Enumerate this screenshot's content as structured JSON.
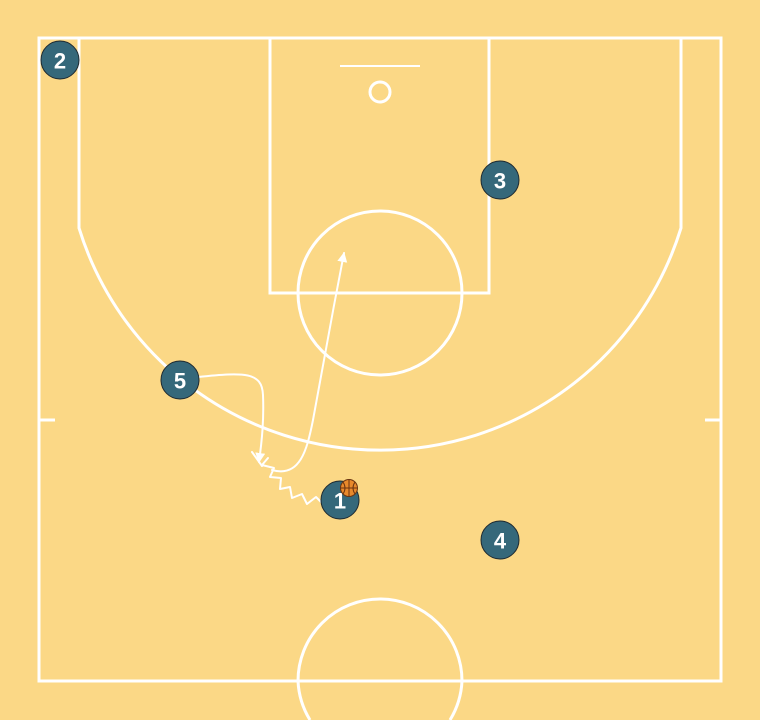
{
  "colors": {
    "court": "#FBD886",
    "lines": "#FFFFFF",
    "player": "#35687A",
    "ball": "#E8892B",
    "ball_seams": "#6b3410"
  },
  "players": [
    {
      "id": "p1",
      "label": "1",
      "has_ball": true
    },
    {
      "id": "p2",
      "label": "2",
      "has_ball": false
    },
    {
      "id": "p3",
      "label": "3",
      "has_ball": false
    },
    {
      "id": "p4",
      "label": "4",
      "has_ball": false
    },
    {
      "id": "p5",
      "label": "5",
      "has_ball": false
    }
  ],
  "actions": [
    {
      "type": "dribble",
      "from": "1"
    },
    {
      "type": "cut",
      "from": "5"
    }
  ]
}
